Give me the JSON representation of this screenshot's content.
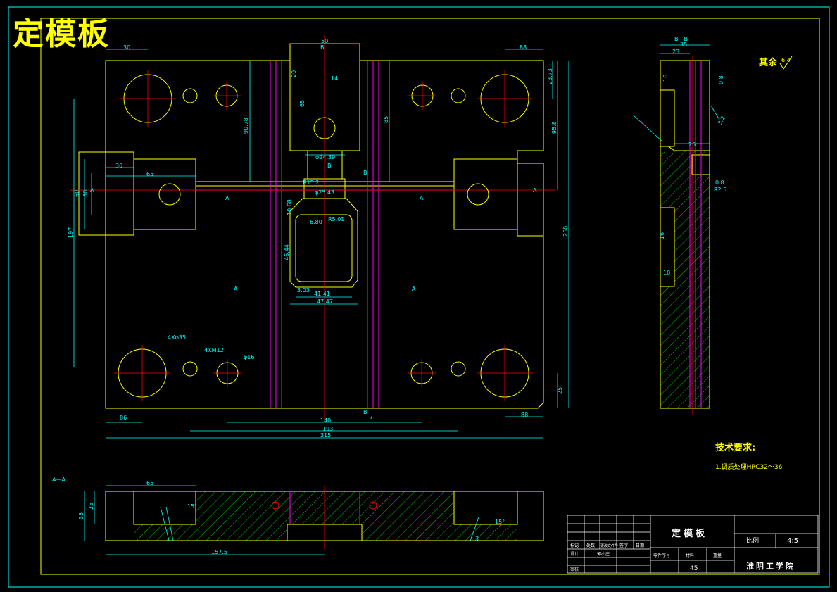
{
  "title": "定模板",
  "roughness_note": "其余",
  "roughness_value": "6.4",
  "tech_req_title": "技术要求:",
  "tech_req_item": "1.调质处理HRC32～36",
  "section_aa_label": "A—A",
  "section_bb_label": "B—B",
  "dims": {
    "d30": "30",
    "d50": "50",
    "d88": "88",
    "d20": "20",
    "d65": "65",
    "d14": "14",
    "d2373": "23.73",
    "d9078": "90.78",
    "d85": "85",
    "d958": "95.8",
    "d2439": "φ24.39",
    "dB": "B",
    "dA": "A",
    "dR152": "R15.2",
    "d2543": "φ25.43",
    "d60": "60",
    "d50b": "50",
    "d197": "197",
    "d250": "250",
    "d1068": "10.68",
    "d680": "6.80",
    "dR501": "R5.01",
    "d4644": "46.44",
    "d303": "3.03",
    "d4141": "41.41",
    "d4747": "47.47",
    "d4x35": "4Xφ35",
    "d4xm12": "4XM12",
    "d16": "φ16",
    "d25": "25",
    "d86": "86",
    "d140": "140",
    "d193": "193",
    "d315": "315",
    "d7": "7",
    "d35": "35",
    "d23": "23",
    "d1575": "157.5",
    "d15deg": "15°",
    "d16b": "16",
    "d10": "10",
    "dR25": "R2.5",
    "d08": "0.8",
    "d32": "3.2",
    "d3": "3"
  },
  "title_block": {
    "part_name": "定模板",
    "scale_label": "比例",
    "scale_value": "4:5",
    "material": "45",
    "school": "淮阴工学院",
    "row_labels": [
      "标记",
      "处数",
      "更改文件号",
      "签字",
      "日期"
    ],
    "design_label": "设计",
    "design_name": "郭小庄",
    "review_label": "审核",
    "col_labels": [
      "零件序号",
      "材料",
      "重量"
    ]
  },
  "colors": {
    "frame": "#ffff00",
    "outline": "#ffff00",
    "dimension": "#00ffff",
    "center": "#ff0000",
    "hidden": "#ff00ff",
    "hatch": "#00ff00",
    "bg": "#000000"
  }
}
